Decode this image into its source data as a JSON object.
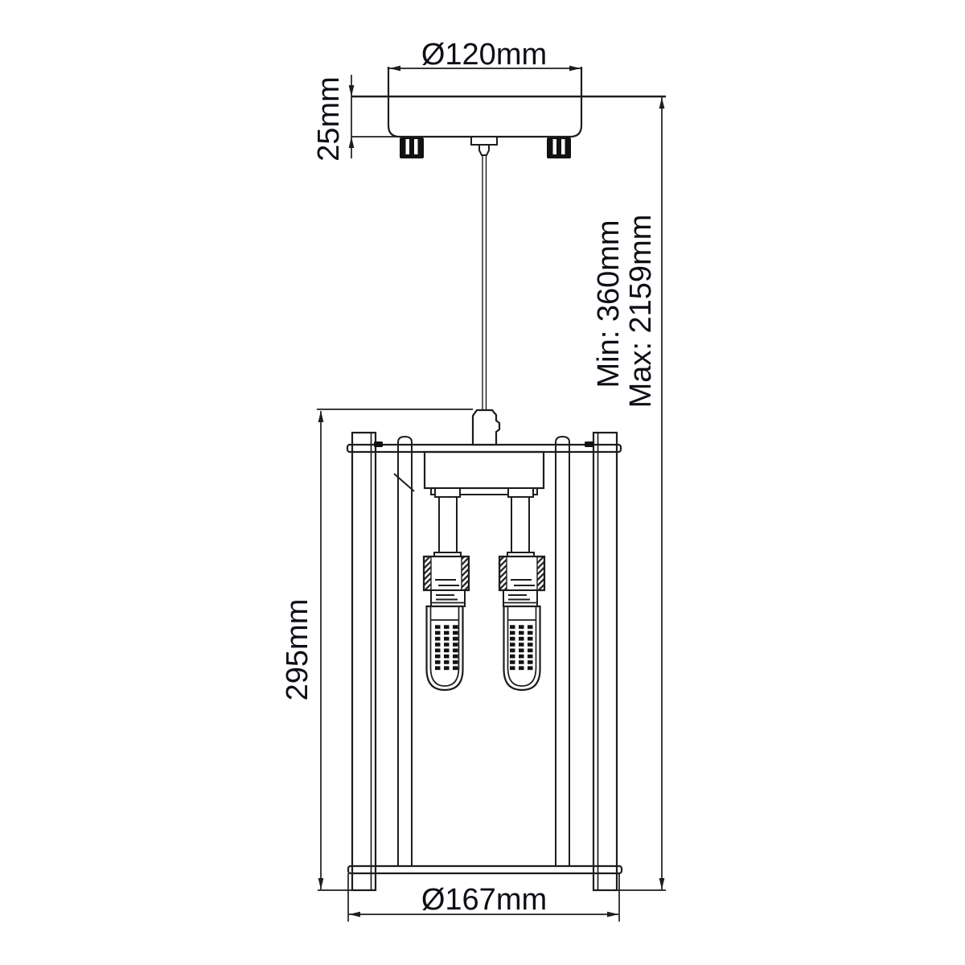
{
  "diagram": {
    "kind": "pendant-light-dimension-drawing",
    "labels": {
      "canopy_diameter": "Ø120mm",
      "canopy_height": "25mm",
      "drop_min": "Min: 360mm",
      "drop_max": "Max: 2159mm",
      "body_height": "295mm",
      "body_diameter": "Ø167mm"
    },
    "colors": {
      "line": "#1d1d1d",
      "dimension_text": "#0e0e16",
      "background": "#ffffff"
    }
  }
}
